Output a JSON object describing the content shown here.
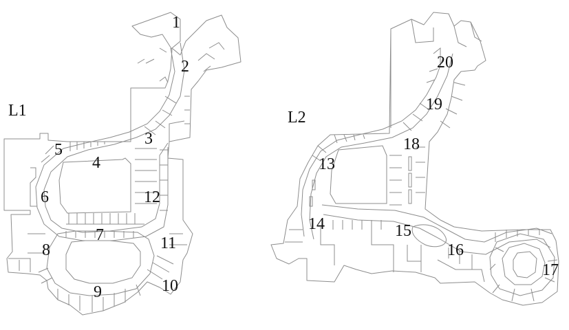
{
  "floors": [
    {
      "id": "L1",
      "label": "L1",
      "zones": [
        "1",
        "2",
        "3",
        "4",
        "5",
        "6",
        "7",
        "8",
        "9",
        "10",
        "11",
        "12"
      ]
    },
    {
      "id": "L2",
      "label": "L2",
      "zones": [
        "13",
        "14",
        "15",
        "16",
        "17",
        "18",
        "19",
        "20"
      ]
    }
  ],
  "colors": {
    "outline": "#8c8c8c",
    "background": "#ffffff",
    "text": "#111111"
  }
}
